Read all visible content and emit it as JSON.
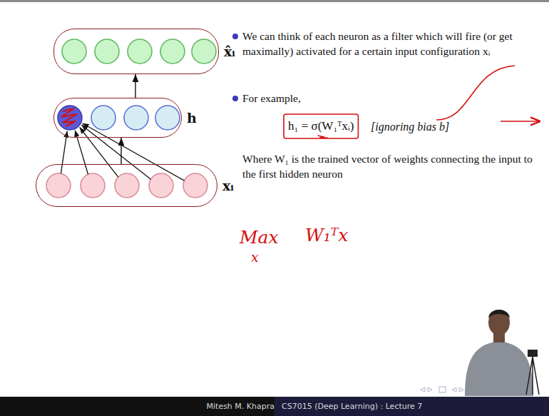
{
  "diagram": {
    "nodes": [
      {
        "text": [
          "x̂ᵢ"
        ]
      },
      {
        "text": [
          "h"
        ]
      },
      {
        "text": [
          "xᵢ"
        ]
      }
    ],
    "edges": [
      {
        "from": 2,
        "to": 1,
        "arrow": "to"
      },
      {
        "from": 1,
        "to": 0,
        "arrow": "to"
      }
    ],
    "labels": [
      "We can think of each neuron as a filter which will fire (or get maximally) activated for a certain input configuration xᵢ",
      "For example,",
      "h₁ = σ(W₁ᵀxᵢ)",
      "[ignoring bias b]",
      "Where W₁ is the trained vector of weights connecting the input to the first hidden neuron",
      "Max",
      "x",
      "W₁ᵀx",
      "Mitesh M. Khapra",
      "CS7015 (Deep Learning) : Lecture 7"
    ]
  }
}
